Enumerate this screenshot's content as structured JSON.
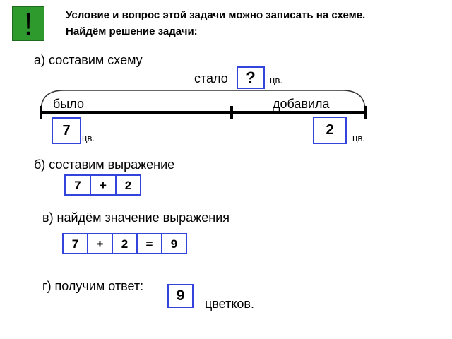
{
  "icon": "exclamation-icon",
  "accent": "#3344dd",
  "header": {
    "mark": "!",
    "line1": "Условие и вопрос этой задачи можно записать на схеме.",
    "line2": "Найдём решение задачи:"
  },
  "step_a": {
    "label": "а) составим схему",
    "total_label": "стало",
    "total_value": "?",
    "total_unit": "цв.",
    "part1_label": "было",
    "part1_value": "7",
    "part1_unit": "цв.",
    "part2_label": "добавила",
    "part2_value": "2",
    "part2_unit": "цв."
  },
  "step_b": {
    "label": "б) составим выражение",
    "cells": [
      "7",
      "+",
      "2"
    ]
  },
  "step_c": {
    "label": "в) найдём значение выражения",
    "cells": [
      "7",
      "+",
      "2",
      "=",
      "9"
    ]
  },
  "step_d": {
    "label": "г) получим ответ:",
    "answer": "9",
    "unit": "цветков."
  }
}
